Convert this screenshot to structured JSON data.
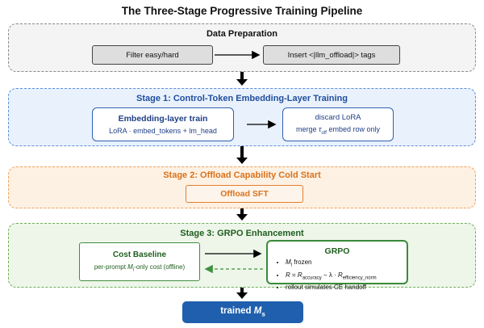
{
  "title": "The Three-Stage Progressive Training Pipeline",
  "data_prep": {
    "title": "Data Preparation",
    "filter": "Filter easy/hard",
    "insert": "Insert <|llm_offload|> tags"
  },
  "stage1": {
    "title": "Stage 1: Control-Token Embedding-Layer Training",
    "embed_title": "Embedding-layer train",
    "embed_sub": "LoRA · embed_tokens + lm_head",
    "discard_title": "discard LoRA",
    "discard_sub_pre": "merge ",
    "discard_sub_sym": "τ",
    "discard_sub_symsub": "off",
    "discard_sub_post": " embed row only"
  },
  "stage2": {
    "title": "Stage 2: Offload Capability Cold Start",
    "sft": "Offload SFT"
  },
  "stage3": {
    "title": "Stage 3: GRPO Enhancement",
    "cost_title": "Cost Baseline",
    "cost_sub_pre": "per-prompt ",
    "cost_sub_sym": "M",
    "cost_sub_symsub": "l",
    "cost_sub_post": "-only cost (offline)",
    "grpo_title": "GRPO",
    "grpo_b1_sym": "M",
    "grpo_b1_sub": "l",
    "grpo_b1_post": " frozen",
    "grpo_b2_r": "R",
    "grpo_b2_eq": " = ",
    "grpo_b2_r2": "R",
    "grpo_b2_sub1": "accuracy",
    "grpo_b2_mid": " − λ · ",
    "grpo_b2_r3": "R",
    "grpo_b2_sub2": "efficiency_norm",
    "grpo_b3": "rollout simulates CE handoff"
  },
  "final": {
    "label_pre": "trained ",
    "label_sym": "M",
    "label_sub": "s"
  },
  "colors": {
    "blue_border": "#5b8fd8",
    "orange_border": "#f0a25a",
    "green_border": "#6fae58",
    "final_fill": "#1f5fae"
  }
}
